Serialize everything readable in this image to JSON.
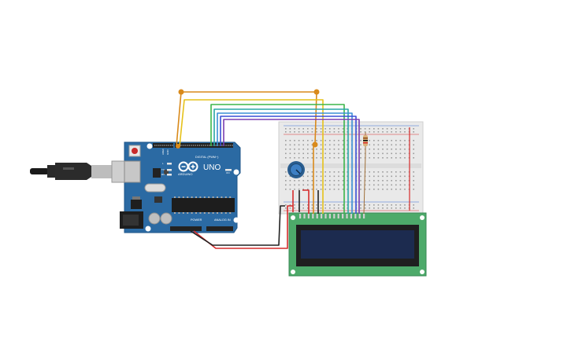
{
  "arduino": {
    "brand": "ARDUINO",
    "model": "UNO",
    "digital_label": "DIGITAL (PWM~)",
    "power_label": "POWER",
    "analog_label": "ANALOG IN",
    "aref_label": "AREF",
    "gnd_label": "GND",
    "on_label": "ON",
    "tx_label": "TX",
    "rx_label": "RX",
    "l_label": "L"
  },
  "colors": {
    "board": "#2b6aa3",
    "breadboard": "#e9e9e9",
    "lcd_pcb": "#4daa6a",
    "lcd_screen": "#1c2b4f",
    "wire_orange": "#d98a1b",
    "wire_yellow": "#e6c21a",
    "wire_green": "#3db54a",
    "wire_teal": "#2aa7a7",
    "wire_blue": "#3b6fd6",
    "wire_purple": "#7a3fb0",
    "wire_red": "#d62b2b",
    "wire_black": "#222222",
    "wire_brown": "#a0703a"
  },
  "icons": {
    "usb_cable": "usb-cable-icon",
    "power_jack": "power-jack-icon",
    "reset_button": "reset-button-icon",
    "potentiometer": "potentiometer-icon",
    "resistor": "resistor-icon"
  }
}
